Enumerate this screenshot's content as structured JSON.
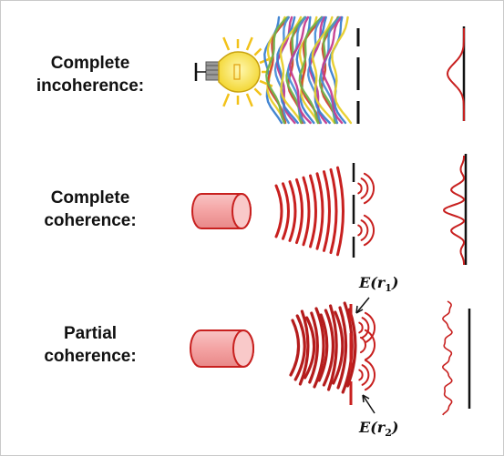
{
  "rows": [
    {
      "id": "incoherent",
      "label_line1": "Complete",
      "label_line2": "incoherence:"
    },
    {
      "id": "coherent",
      "label_line1": "Complete",
      "label_line2": "coherence:"
    },
    {
      "id": "partial",
      "label_line1": "Partial",
      "label_line2": "coherence:"
    }
  ],
  "labels": {
    "field_top": "E(r",
    "field_top_sub": "1",
    "field_bottom": "E(r",
    "field_bottom_sub": "2",
    "close": ")"
  },
  "colors": {
    "wave_red": "#c8201f",
    "source_fill": "#f3a8a8",
    "source_stroke": "#c8201f",
    "bulb_yellow": "#f7e046",
    "wave_mix": [
      "#3a7fd0",
      "#e8cf2a",
      "#d04432",
      "#6fb24a",
      "#4a8fd8",
      "#c43c90"
    ],
    "slit_black": "#111111"
  },
  "icons": {
    "light_source": "light-bulb-icon",
    "laser_source": "cylinder-source-icon"
  }
}
